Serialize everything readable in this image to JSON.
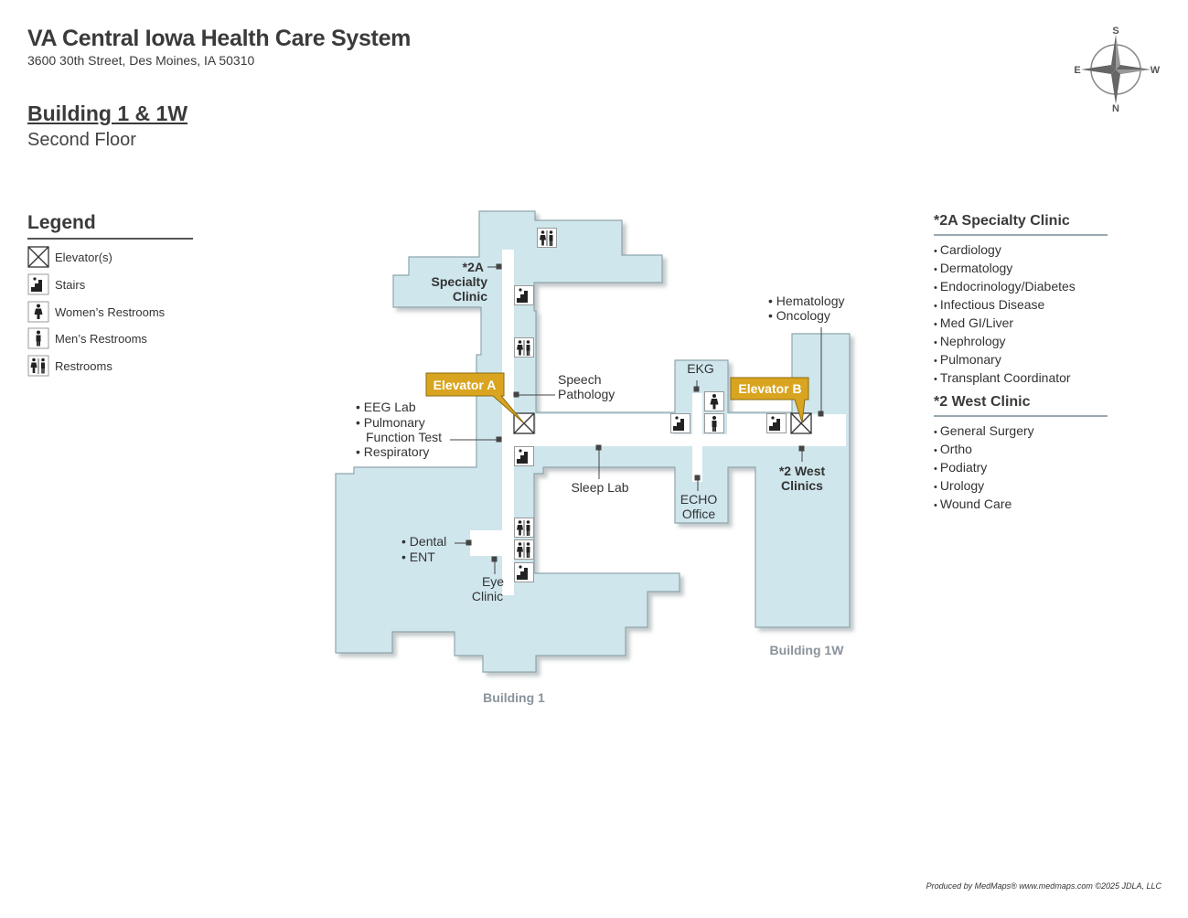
{
  "header": {
    "title": "VA Central Iowa Health Care System",
    "address": "3600 30th Street, Des Moines, IA 50310",
    "building": "Building 1 & 1W",
    "floor": "Second Floor"
  },
  "compass": {
    "north": "N",
    "south": "S",
    "east": "E",
    "west": "W"
  },
  "legend": {
    "title": "Legend",
    "items": [
      {
        "icon": "elevator-icon",
        "label": "Elevator(s)"
      },
      {
        "icon": "stairs-icon",
        "label": "Stairs"
      },
      {
        "icon": "womens-restroom-icon",
        "label": "Women’s Restrooms"
      },
      {
        "icon": "mens-restroom-icon",
        "label": "Men’s Restrooms"
      },
      {
        "icon": "restrooms-icon",
        "label": "Restrooms"
      }
    ]
  },
  "specialty_clinic": {
    "title": "*2A Specialty Clinic",
    "items": [
      "Cardiology",
      "Dermatology",
      "Endocrinology/Diabetes",
      "Infectious Disease",
      "Med GI/Liver",
      "Nephrology",
      "Pulmonary",
      "Transplant Coordinator"
    ]
  },
  "west_clinic": {
    "title": "*2 West Clinic",
    "items": [
      "General Surgery",
      "Ortho",
      "Podiatry",
      "Urology",
      "Wound Care"
    ]
  },
  "map": {
    "building1": "Building 1",
    "building1w": "Building 1W",
    "elevator_a": "Elevator A",
    "elevator_b": "Elevator B",
    "specialty_l1": "*2A",
    "specialty_l2": "Specialty",
    "specialty_l3": "Clinic",
    "speech_l1": "Speech",
    "speech_l2": "Pathology",
    "eeg": "• EEG Lab",
    "pulm_l1": "• Pulmonary",
    "pulm_l2": "Function Test",
    "resp": "• Respiratory",
    "sleep": "Sleep Lab",
    "dental": "• Dental",
    "ent": "• ENT",
    "eye_l1": "Eye",
    "eye_l2": "Clinic",
    "ekg": "EKG",
    "echo_l1": "ECHO",
    "echo_l2": "Office",
    "hematology": "• Hematology",
    "oncology": "• Oncology",
    "west_l1": "*2 West",
    "west_l2": "Clinics"
  },
  "colors": {
    "floor": "#cfe6ec",
    "floor_edge": "#8fa6ad",
    "corridor": "#ffffff",
    "callout": "#d9a520"
  },
  "footer": "Produced by MedMaps® www.medmaps.com ©2025 JDLA, LLC"
}
